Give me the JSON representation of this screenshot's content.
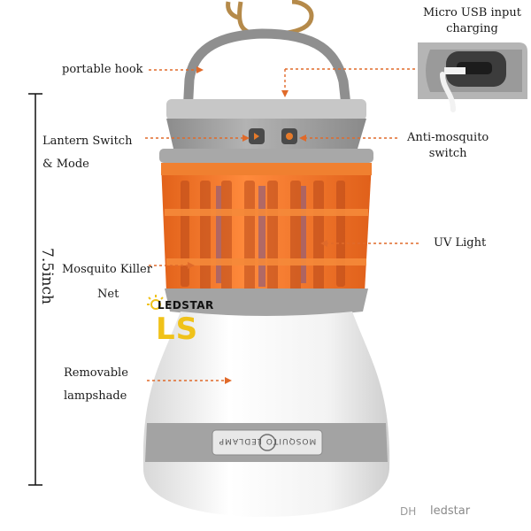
{
  "labels": {
    "hook": "portable hook",
    "usb_line1": "Micro USB input",
    "usb_line2": "charging",
    "lantern_line1": "Lantern Switch",
    "lantern_line2": "& Mode",
    "anti_line1": "Anti-mosquito",
    "anti_line2": "switch",
    "uv": "UV Light",
    "net_line1": "Mosquito Killer",
    "net_line2": "Net",
    "shade_line1": "Removable",
    "shade_line2": "lampshade",
    "dimension": "7.5inch"
  },
  "logo": {
    "brand": "LEDSTAR",
    "monogram": "LS"
  },
  "band_text": "MOSQUITO LEDLAMP",
  "watermark": "ledstar",
  "colors": {
    "orange": "#f07a2a",
    "gray": "#9a9a9a",
    "shade": "#f4f4f4",
    "arrow": "#e06a2a"
  }
}
